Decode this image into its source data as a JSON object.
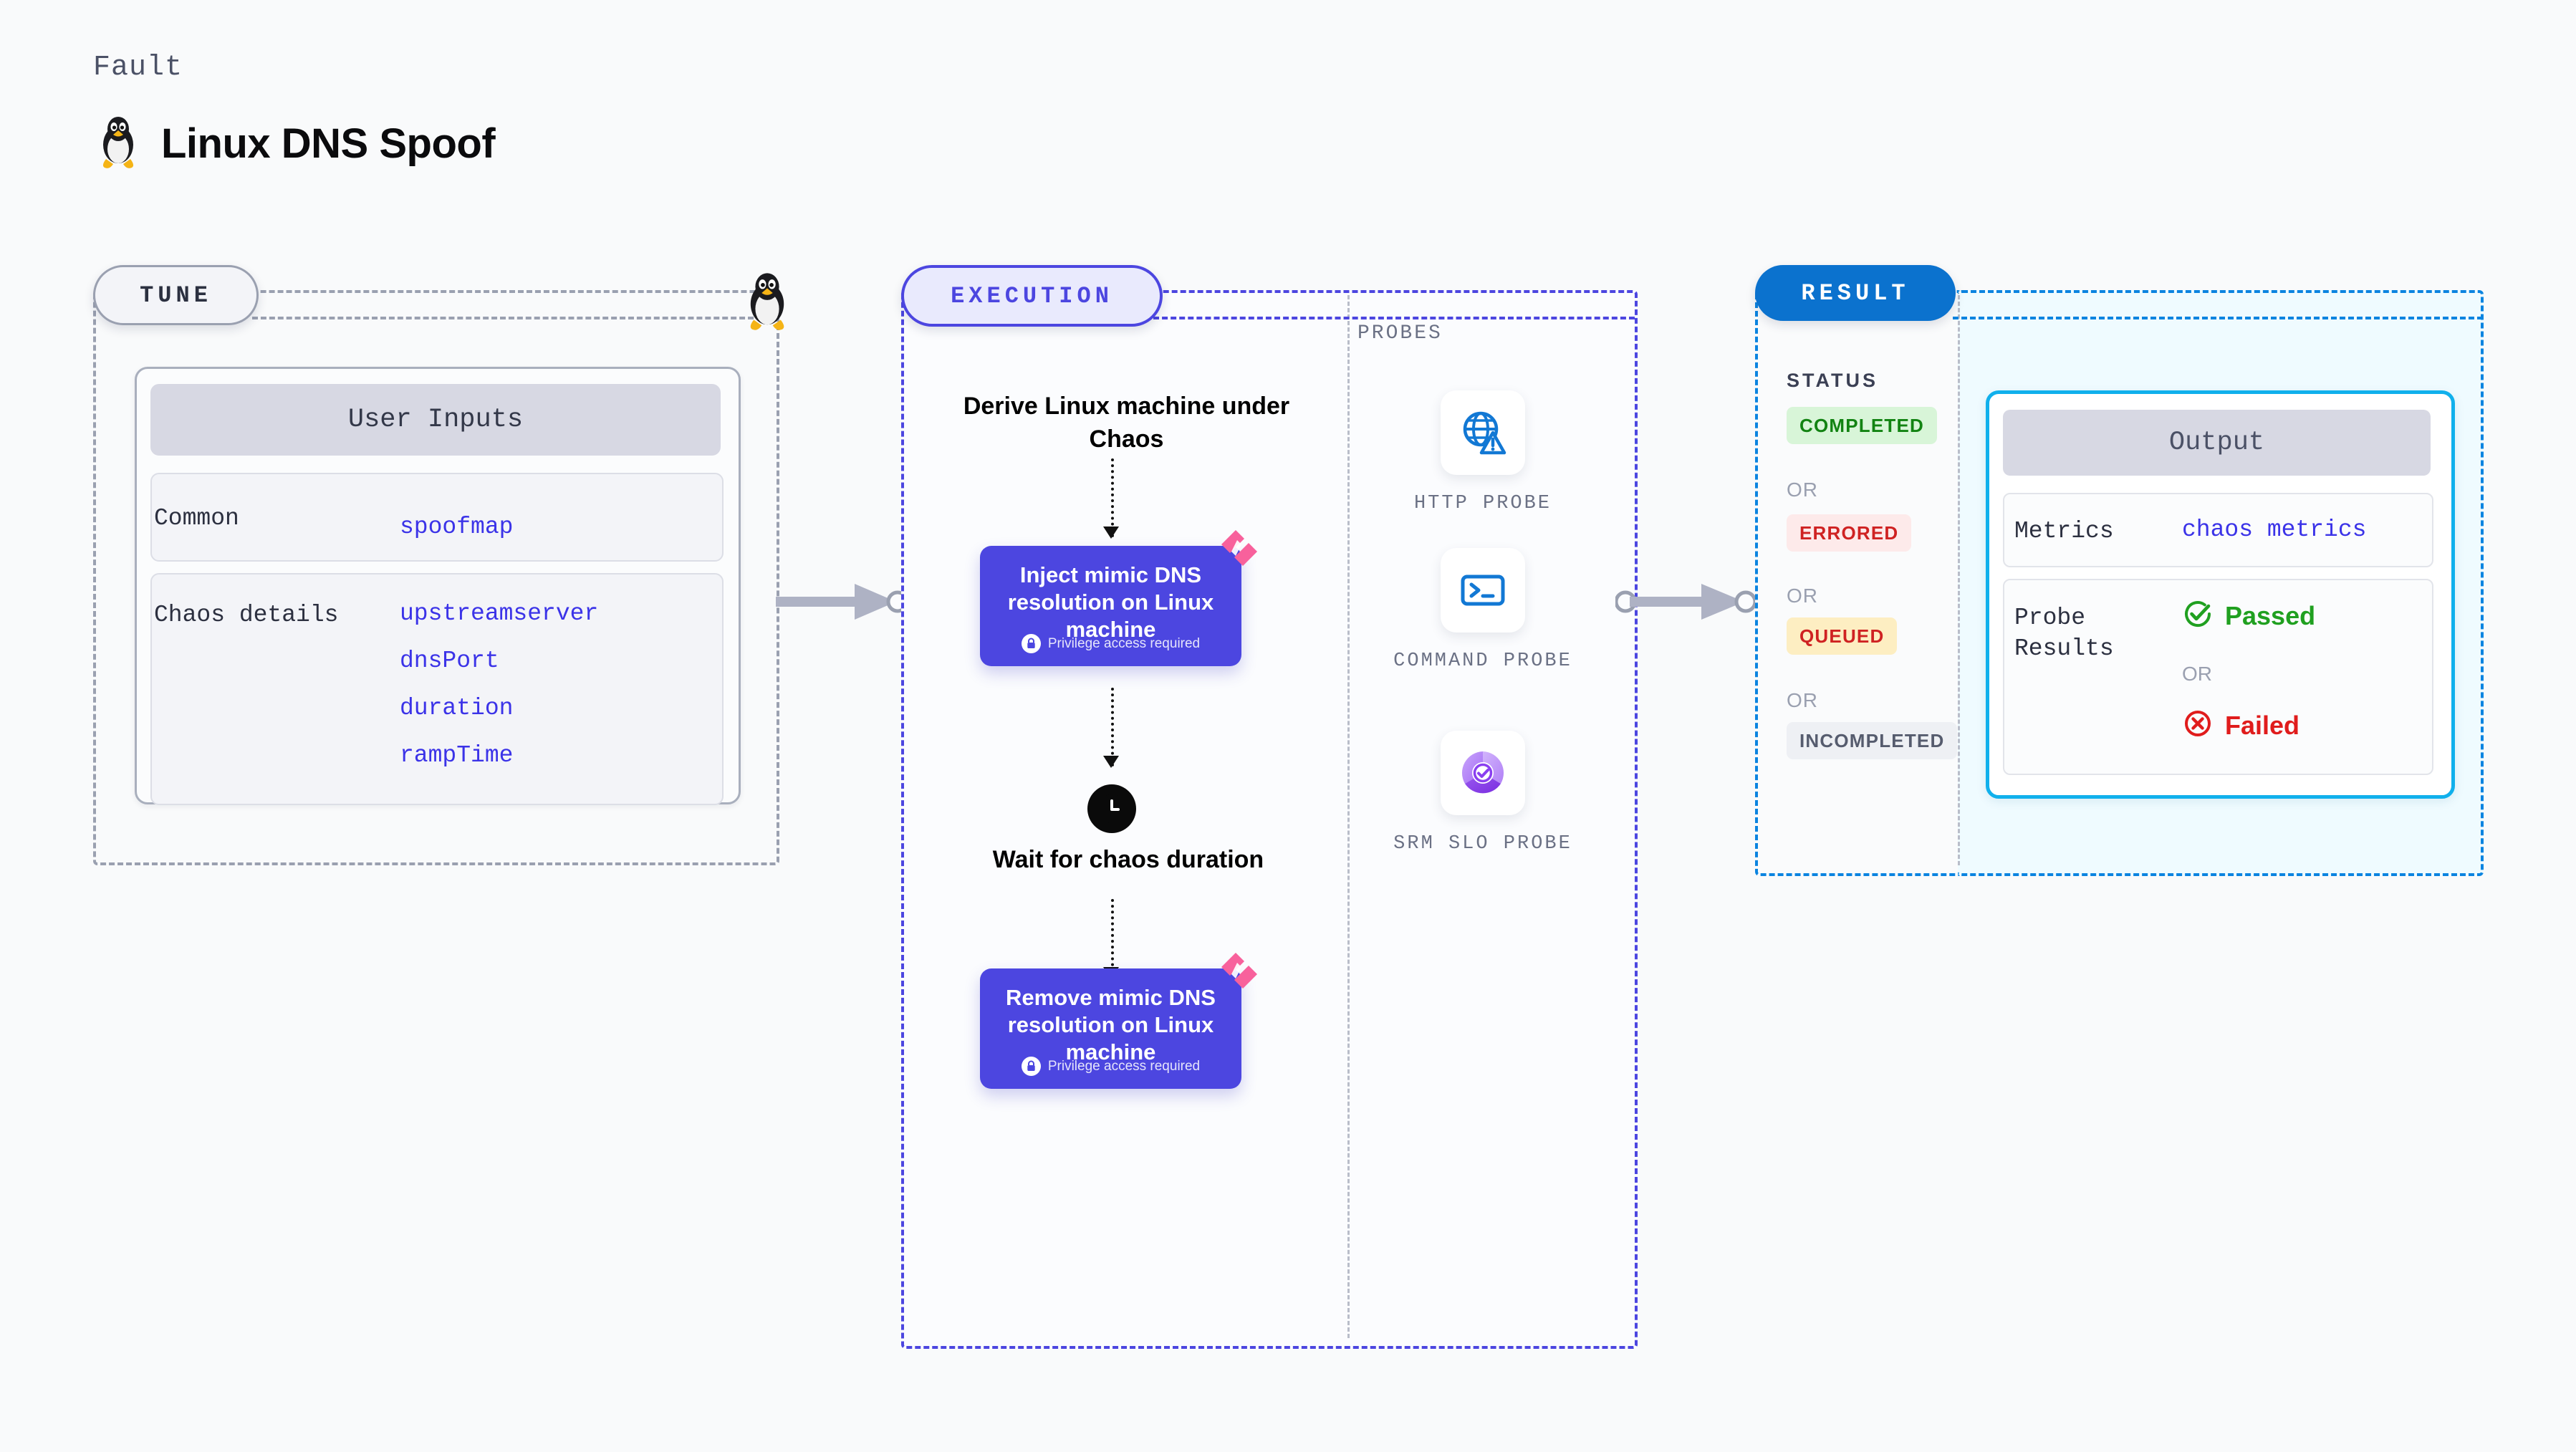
{
  "header": {
    "kicker": "Fault",
    "title": "Linux DNS Spoof",
    "icon": "linux-tux-icon"
  },
  "tune": {
    "chip_label": "TUNE",
    "lead_icon": "linux-tux-icon",
    "card": {
      "header": "User Inputs",
      "rows": [
        {
          "label": "Common",
          "values": [
            "spoofmap"
          ]
        },
        {
          "label": "Chaos details",
          "values": [
            "upstreamserver",
            "dnsPort",
            "duration",
            "rampTime"
          ]
        }
      ]
    }
  },
  "execution": {
    "chip_label": "EXECUTION",
    "derive_text": "Derive Linux machine under Chaos",
    "wait_text": "Wait for chaos duration",
    "wait_icon": "clock-icon",
    "steps": [
      {
        "title": "Inject mimic DNS resolution on Linux machine",
        "note": "Privilege access required",
        "note_icon": "lock-icon",
        "ribbon_icon": "harness-logo-icon"
      },
      {
        "title": "Remove mimic DNS resolution on Linux machine",
        "note": "Privilege access required",
        "note_icon": "lock-icon",
        "ribbon_icon": "harness-logo-icon"
      }
    ]
  },
  "probes": {
    "section_label": "PROBES",
    "items": [
      {
        "caption": "HTTP PROBE",
        "icon": "globe-warning-icon"
      },
      {
        "caption": "COMMAND PROBE",
        "icon": "terminal-icon"
      },
      {
        "caption": "SRM SLO PROBE",
        "icon": "slo-donut-check-icon"
      }
    ]
  },
  "result": {
    "chip_label": "RESULT",
    "status_label": "STATUS",
    "or_label": "OR",
    "statuses": [
      {
        "label": "COMPLETED",
        "bg": "#d8f5d8",
        "fg": "#128312"
      },
      {
        "label": "ERRORED",
        "bg": "#fdeaea",
        "fg": "#cf2222"
      },
      {
        "label": "QUEUED",
        "bg": "#fdeec2",
        "fg": "#cf2222"
      },
      {
        "label": "INCOMPLETED",
        "bg": "#eef0f4",
        "fg": "#565c6e"
      }
    ],
    "output": {
      "header": "Output",
      "metrics_label": "Metrics",
      "metrics_value": "chaos metrics",
      "probe_results_label": "Probe Results",
      "passed_label": "Passed",
      "passed_icon": "check-circle-icon",
      "failed_label": "Failed",
      "failed_icon": "x-circle-icon",
      "or_label": "OR"
    }
  },
  "colors": {
    "accent_purple": "#4c46e0",
    "accent_blue": "#0b84e0",
    "result_chip_blue": "#0b72ce",
    "cyan_border": "#10b0ec",
    "mono_value_blue": "#3b33e8",
    "ribbon_pink": "#f8619c",
    "gray_dash": "#9aa0b0"
  }
}
